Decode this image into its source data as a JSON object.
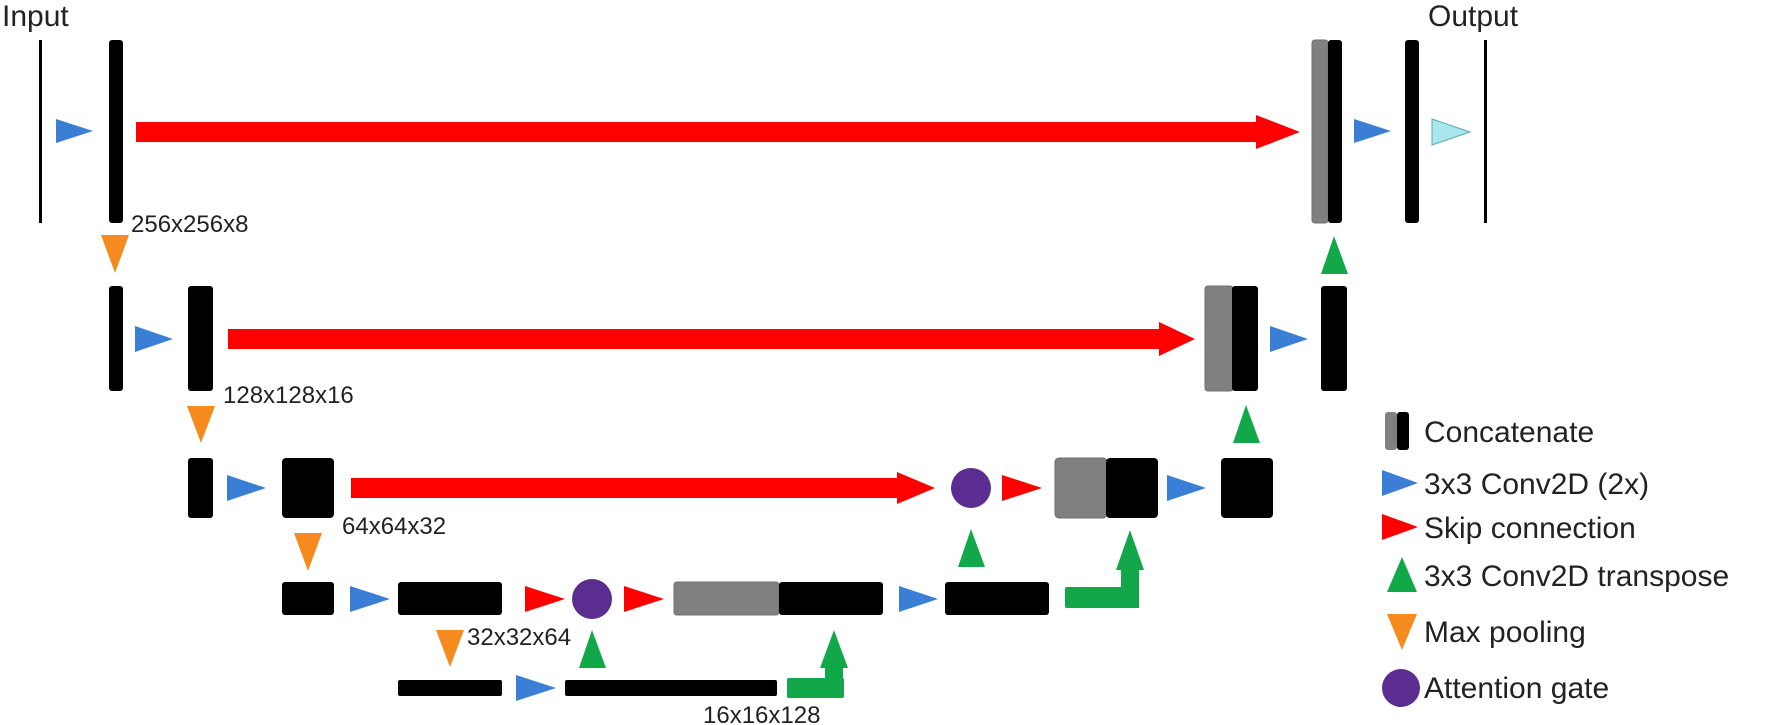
{
  "labels": {
    "input": "Input",
    "output": "Output",
    "dim_256": "256x256x8",
    "dim_128": "128x128x16",
    "dim_64": "64x64x32",
    "dim_32": "32x32x64",
    "dim_16": "16x16x128"
  },
  "legend": {
    "concatenate": "Concatenate",
    "conv2d": "3x3 Conv2D (2x)",
    "skip": "Skip connection",
    "transpose": "3x3 Conv2D transpose",
    "maxpool": "Max pooling",
    "attention": "Attention gate"
  },
  "colors": {
    "feature_map": "#000000",
    "concat_map": "#808080",
    "conv2d": "#3a7fd5",
    "skip": "#ff0000",
    "transpose": "#12a84a",
    "maxpool": "#f58a1f",
    "attention": "#5b2d90",
    "output_activation": "#a9e6ee"
  }
}
